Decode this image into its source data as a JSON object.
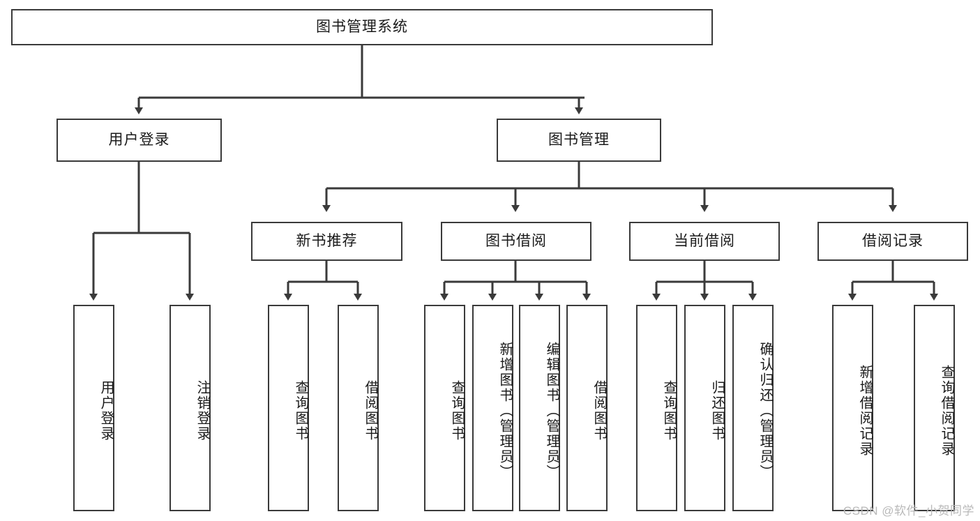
{
  "diagram": {
    "title_node": {
      "label": "图书管理系统"
    },
    "level2": [
      {
        "label": "用户登录"
      },
      {
        "label": "图书管理"
      }
    ],
    "level3": [
      {
        "label": "新书推荐"
      },
      {
        "label": "图书借阅"
      },
      {
        "label": "当前借阅"
      },
      {
        "label": "借阅记录"
      }
    ],
    "leaves": {
      "user_login": [
        {
          "label": "用户登录"
        },
        {
          "label": "注销登录"
        }
      ],
      "new_book_recommend": [
        {
          "label": "查询图书"
        },
        {
          "label": "借阅图书"
        }
      ],
      "book_borrow": [
        {
          "label": "查询图书"
        },
        {
          "label": "新增图书（管理员）"
        },
        {
          "label": "编辑图书（管理员）"
        },
        {
          "label": "借阅图书"
        }
      ],
      "current_borrow": [
        {
          "label": "查询图书"
        },
        {
          "label": "归还图书"
        },
        {
          "label": "确认归还（管理员）"
        }
      ],
      "borrow_record": [
        {
          "label": "新增借阅记录"
        },
        {
          "label": "查询借阅记录"
        }
      ]
    },
    "watermark": "CSDN @软件_小贺同学",
    "colors": {
      "border": "#3a3a3a",
      "fill": "#ffffff",
      "text": "#1a1a1a",
      "watermark": "#b9b9b9"
    }
  }
}
